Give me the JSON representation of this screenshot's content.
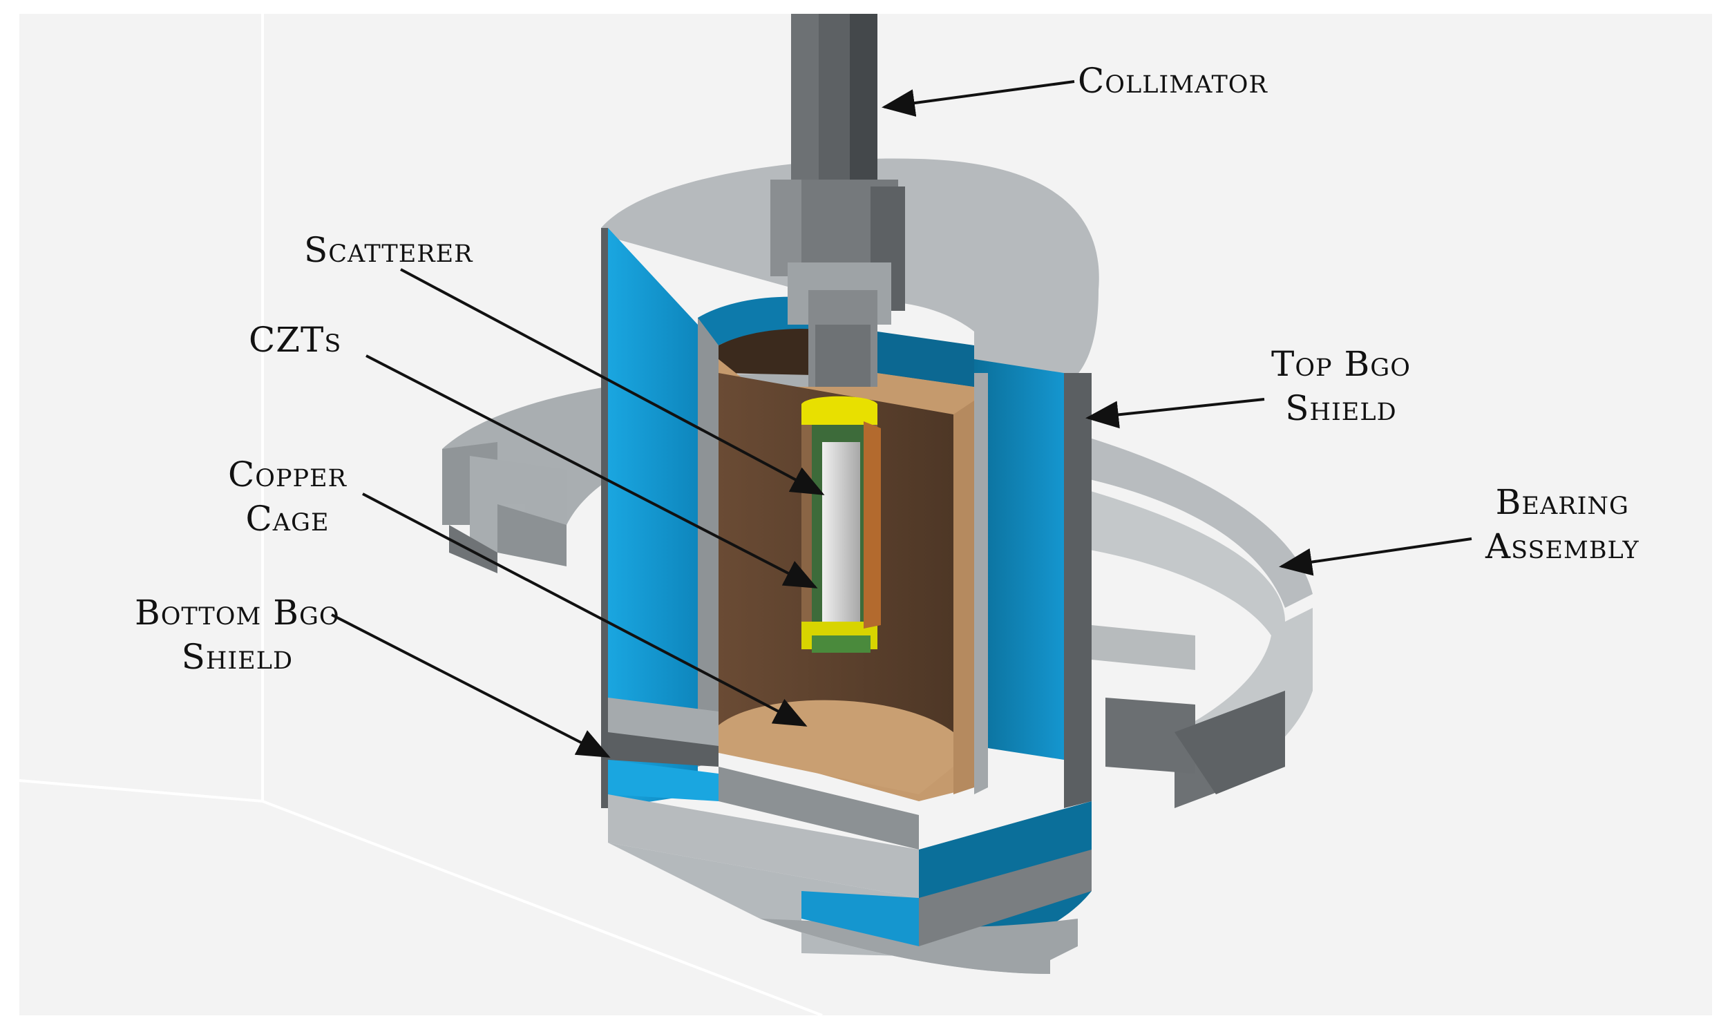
{
  "diagram": {
    "colors": {
      "background": "#f3f3f3",
      "grey_light": "#bcc1c4",
      "grey_mid": "#9aa0a3",
      "grey_dark": "#5f6366",
      "blue_shield": "#1aa6e0",
      "blue_dark": "#0b6f9a",
      "copper_light": "#c89a6e",
      "copper_dark": "#5e4330",
      "scatterer": "#d8d8d8",
      "czt_yellow": "#e6e200",
      "arrow": "#111111"
    },
    "labels": {
      "collimator": "Collimator",
      "scatterer": "Scatterer",
      "czts": "CZTs",
      "copper_cage_line1": "Copper",
      "copper_cage_line2": "Cage",
      "bottom_bgo_line1": "Bottom Bgo",
      "bottom_bgo_line2": "Shield",
      "top_bgo_line1": "Top Bgo",
      "top_bgo_line2": "Shield",
      "bearing_line1": "Bearing",
      "bearing_line2": "Assembly"
    }
  }
}
